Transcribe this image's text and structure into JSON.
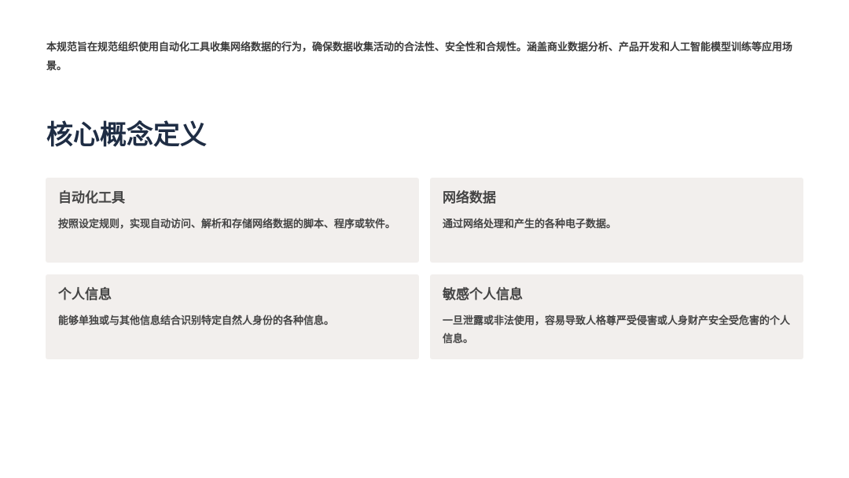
{
  "intro": "本规范旨在规范组织使用自动化工具收集网络数据的行为，确保数据收集活动的合法性、安全性和合规性。涵盖商业数据分析、产品开发和人工智能模型训练等应用场景。",
  "section_title": "核心概念定义",
  "cards": [
    {
      "title": "自动化工具",
      "desc": "按照设定规则，实现自动访问、解析和存储网络数据的脚本、程序或软件。"
    },
    {
      "title": "网络数据",
      "desc": "通过网络处理和产生的各种电子数据。"
    },
    {
      "title": "个人信息",
      "desc": "能够单独或与其他信息结合识别特定自然人身份的各种信息。"
    },
    {
      "title": "敏感个人信息",
      "desc": "一旦泄露或非法使用，容易导致人格尊严受侵害或人身财产安全受危害的个人信息。"
    }
  ]
}
